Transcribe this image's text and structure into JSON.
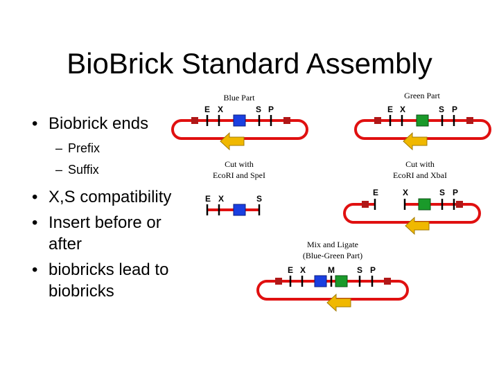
{
  "slide": {
    "title": "BioBrick Standard Assembly"
  },
  "bullets": [
    {
      "text": "Biobrick ends",
      "sub": [
        "Prefix",
        "Suffix"
      ]
    },
    {
      "text": "X,S compatibility"
    },
    {
      "text": "Insert before or after"
    },
    {
      "text": "biobricks lead to biobricks"
    }
  ],
  "diagram": {
    "blue_part_caption": "Blue Part",
    "green_part_caption": "Green Part",
    "cut_spe_caption": [
      "Cut with",
      "EcoRI and SpeI"
    ],
    "cut_xba_caption": [
      "Cut with",
      "EcoRI and XbaI"
    ],
    "ligate_caption": [
      "Mix and Ligate",
      "(Blue-Green Part)"
    ],
    "sites": {
      "E": "E",
      "X": "X",
      "S": "S",
      "P": "P",
      "M": "M"
    },
    "colors": {
      "backbone": "#e01010",
      "blue_part": "#1a3fe0",
      "green_part": "#1a9a2a",
      "arrow": "#f0b800",
      "marker": "#b01818"
    }
  }
}
